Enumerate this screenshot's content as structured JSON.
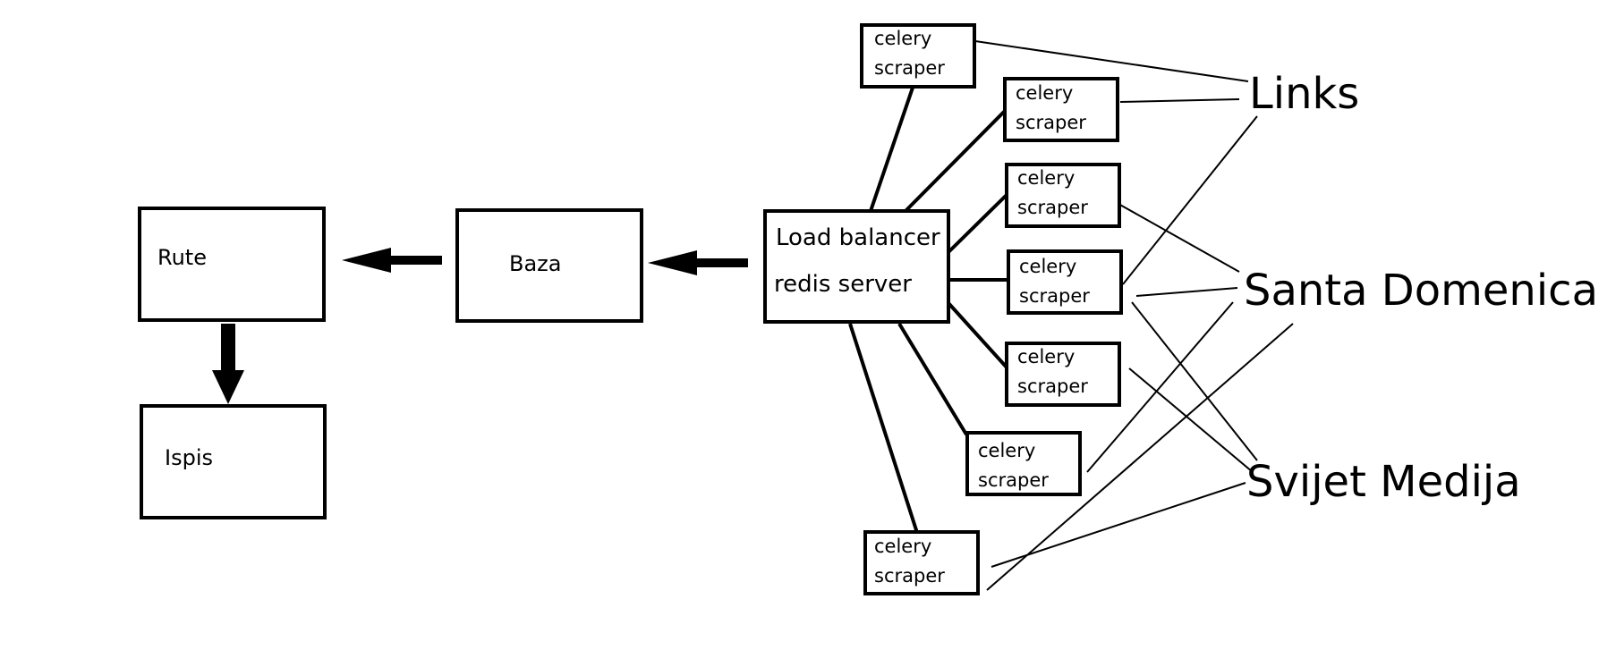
{
  "diagram": {
    "boxes": {
      "rute": "Rute",
      "ispis": "Ispis",
      "baza": "Baza",
      "load_balancer": [
        "Load balancer",
        "redis server"
      ]
    },
    "scrapers": [
      [
        "celery",
        "scraper"
      ],
      [
        "celery",
        "scraper"
      ],
      [
        "celery",
        "scraper"
      ],
      [
        "celery",
        "scraper"
      ],
      [
        "celery",
        "scraper"
      ],
      [
        "celery",
        "scraper"
      ],
      [
        "celery",
        "scraper"
      ]
    ],
    "sites": {
      "links": "Links",
      "santa_domenica": "Santa Domenica",
      "svijet_medija": "Svijet Medija"
    }
  }
}
